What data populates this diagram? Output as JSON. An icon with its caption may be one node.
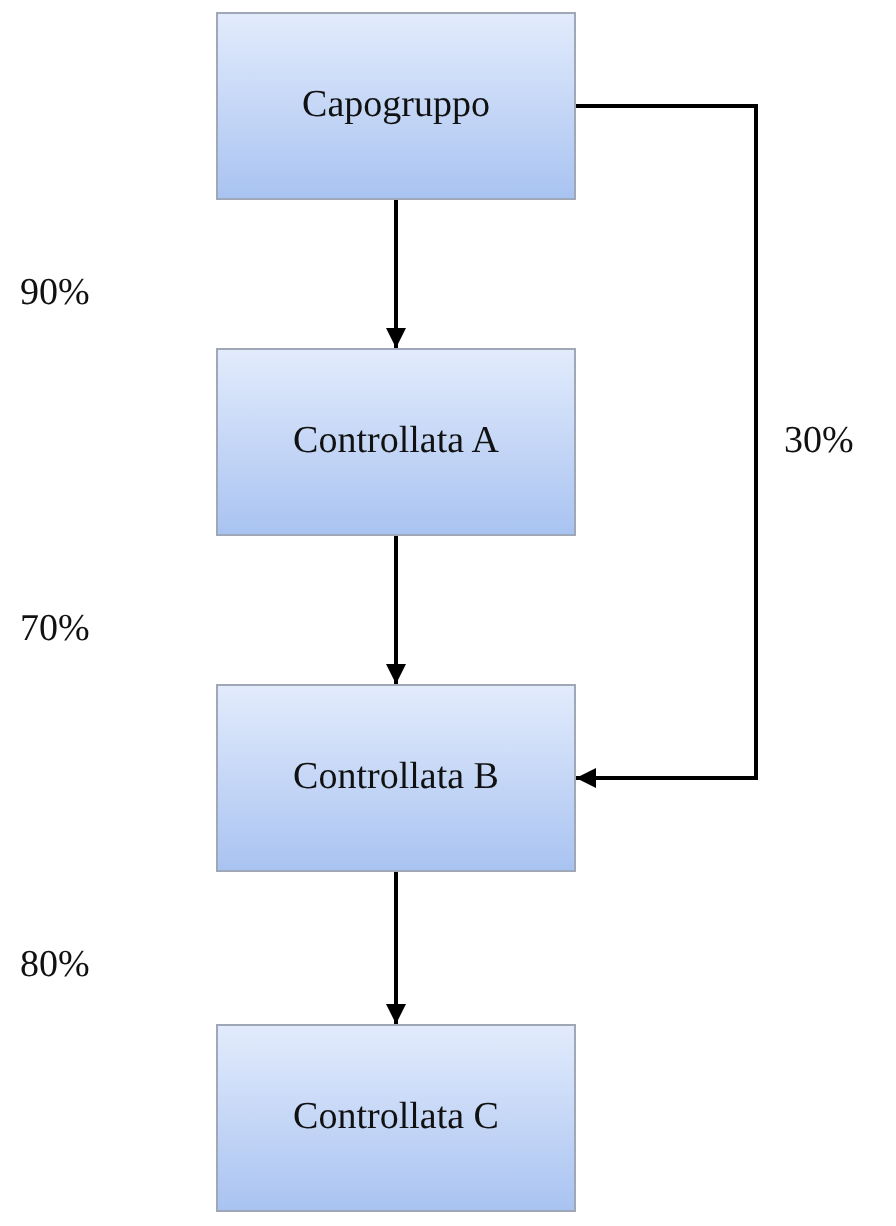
{
  "diagram": {
    "nodes": [
      {
        "text": [
          "Capogruppo"
        ]
      },
      {
        "text": [
          "Controllata A"
        ]
      },
      {
        "text": [
          "Controllata B"
        ]
      },
      {
        "text": [
          "Controllata C"
        ]
      }
    ],
    "edges": [
      {
        "from": 0,
        "to": 1,
        "arrow": "to"
      },
      {
        "from": 1,
        "to": 2,
        "arrow": "to"
      },
      {
        "from": 2,
        "to": 3,
        "arrow": "to"
      },
      {
        "from": 0,
        "to": 2,
        "arrow": "to",
        "label": "30%"
      }
    ],
    "labels": [
      "90%",
      "70%",
      "80%"
    ]
  }
}
